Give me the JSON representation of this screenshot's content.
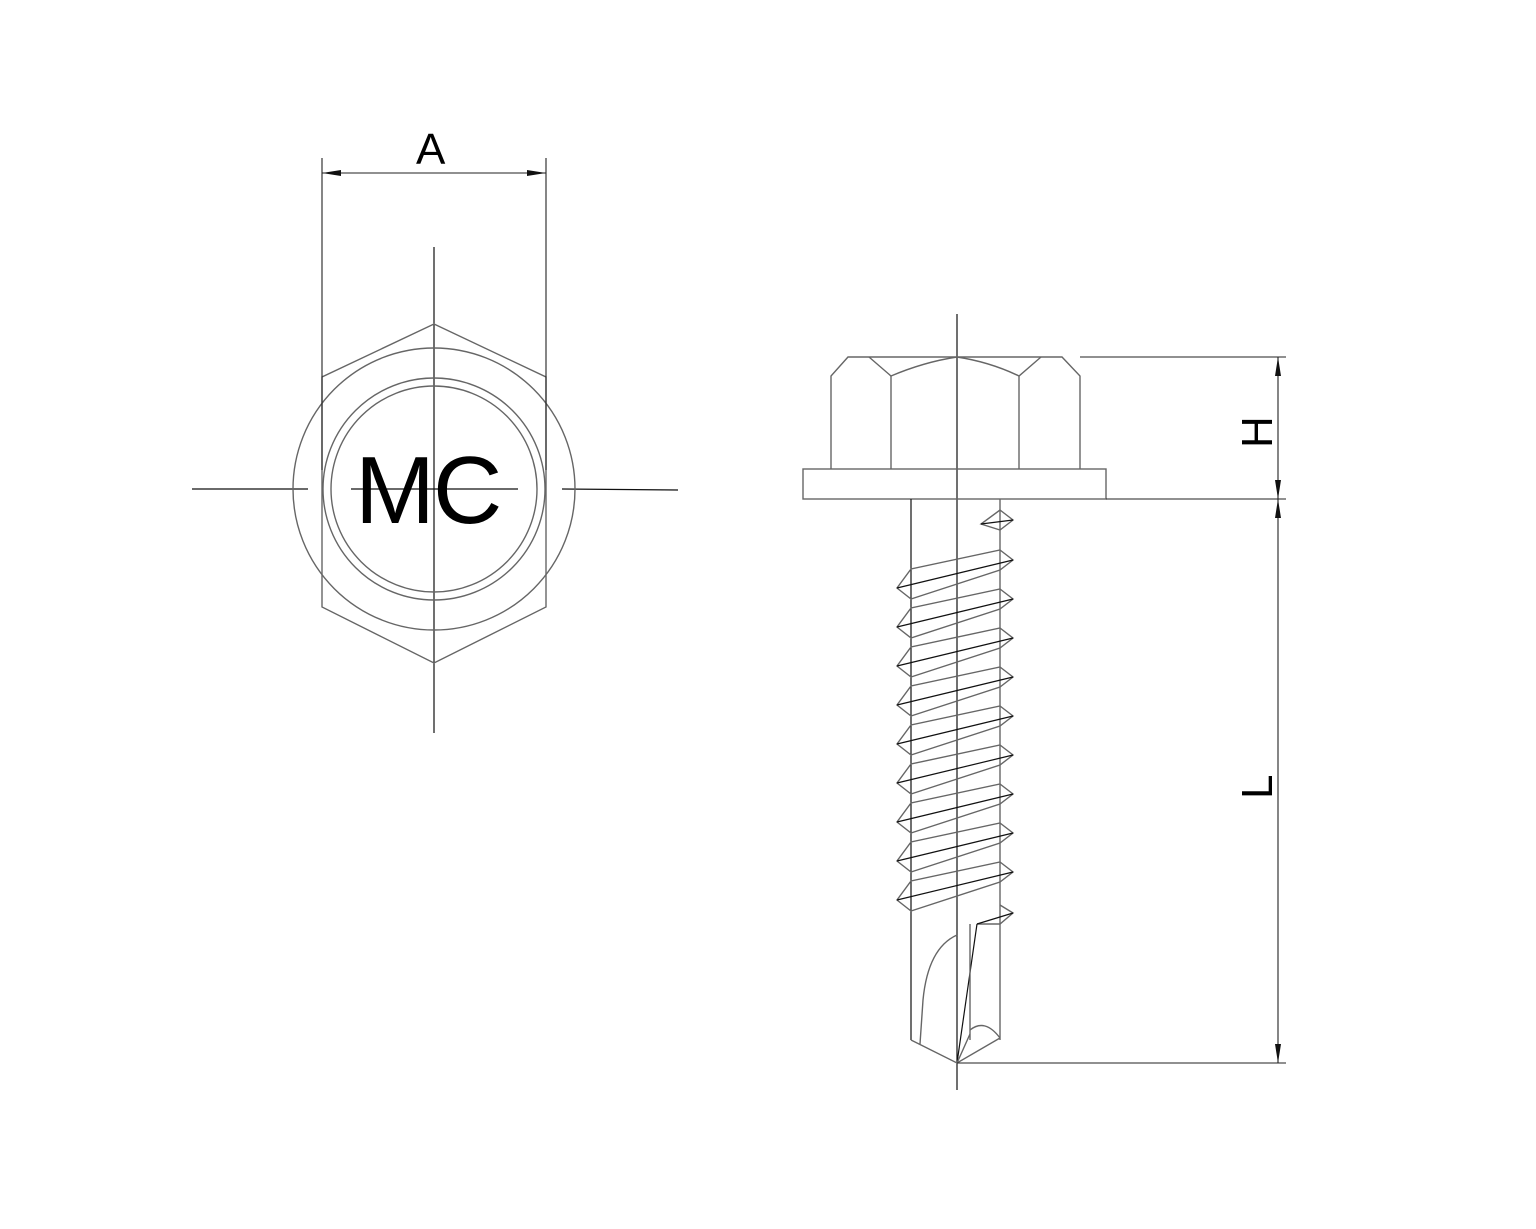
{
  "drawing": {
    "subject": "Hex washer head self-drilling screw",
    "views": {
      "front_view": {
        "marking": "MC",
        "dimension_label": "A"
      },
      "side_view": {
        "head_height_label": "H",
        "length_label": "L"
      }
    },
    "line_colors": {
      "outline": "#666666",
      "center_and_dimension": "#111111",
      "text": "#000000"
    }
  }
}
